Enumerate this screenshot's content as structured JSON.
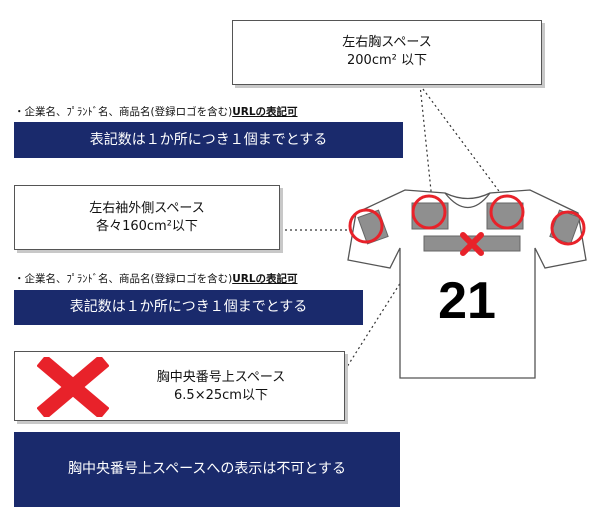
{
  "chest": {
    "title": "左右胸スペース",
    "size": "200cm² 以下"
  },
  "sleeve": {
    "title": "左右袖外側スペース",
    "size": "各々160cm²以下"
  },
  "center": {
    "title": "胸中央番号上スペース",
    "size": "6.5×25cm以下"
  },
  "note1": {
    "text": "・企業名、ﾌﾟﾗﾝﾄﾞ名、商品名(登録ロゴを含む)",
    "bold": "URLの表記可"
  },
  "note2": {
    "text": "・企業名、ﾌﾟﾗﾝﾄﾞ名、商品名(登録ロゴを含む)",
    "bold": "URLの表記可"
  },
  "band1": "表記数は１か所につき１個までとする",
  "band2": "表記数は１か所につき１個までとする",
  "band3": "胸中央番号上スペースへの表示は不可とする",
  "jersey_number": "21",
  "colors": {
    "band": "#1a2a6c",
    "mark": "#e8222a",
    "patch": "#8f8f8f"
  }
}
